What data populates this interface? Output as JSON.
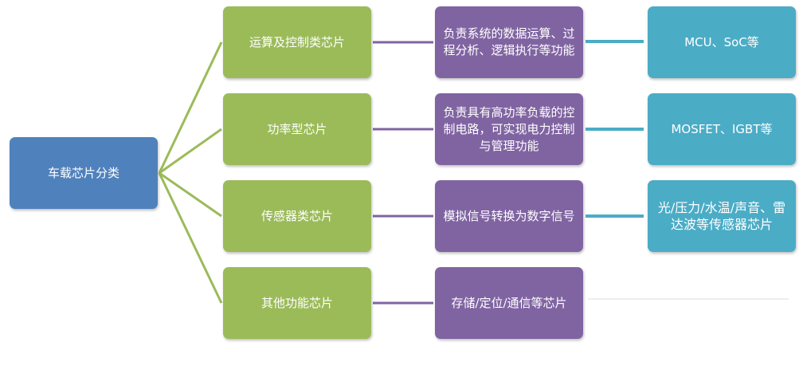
{
  "root": {
    "label": "车载芯片分类"
  },
  "categories": [
    {
      "name": "运算及控制类芯片",
      "function": "负责系统的数据运算、过程分析、逻辑执行等功能",
      "examples": "MCU、SoC等"
    },
    {
      "name": "功率型芯片",
      "function": "负责具有高功率负载的控制电路，可实现电力控制与管理功能",
      "examples": "MOSFET、IGBT等"
    },
    {
      "name": "传感器类芯片",
      "function": "模拟信号转换为数字信号",
      "examples": "光/压力/水温/声音、雷达波等传感器芯片"
    },
    {
      "name": "其他功能芯片",
      "function": "存储/定位/通信等芯片",
      "examples": null
    }
  ],
  "colors": {
    "root": "#4f81bd",
    "category": "#9bbb59",
    "function": "#8064a2",
    "example": "#4bacc6"
  }
}
